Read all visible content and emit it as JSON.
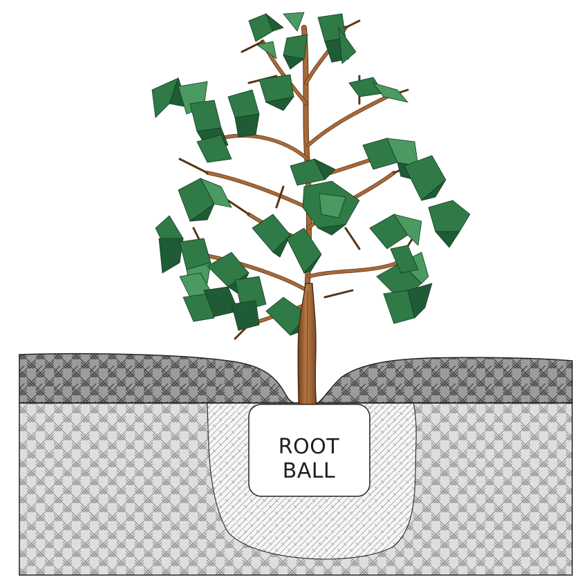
{
  "diagram": {
    "root_ball_label": {
      "line1": "ROOT",
      "line2": "BALL"
    }
  },
  "colors": {
    "topsoil_fill": "#9c9c9c",
    "subsoil_fill": "#dedede",
    "backfill_fill": "#f7f7f7",
    "hatch_dark": "#3e3e3e",
    "hatch_light": "#8a8a8a",
    "trunk": "#a86a3a",
    "trunk_shadow": "#6e3f1d",
    "leaf_dark": "#1f5c35",
    "leaf_mid": "#2f7a47",
    "leaf_light": "#4a9a62",
    "outline": "#222222"
  },
  "icons": {
    "tree": "deciduous-tree-illustration"
  }
}
